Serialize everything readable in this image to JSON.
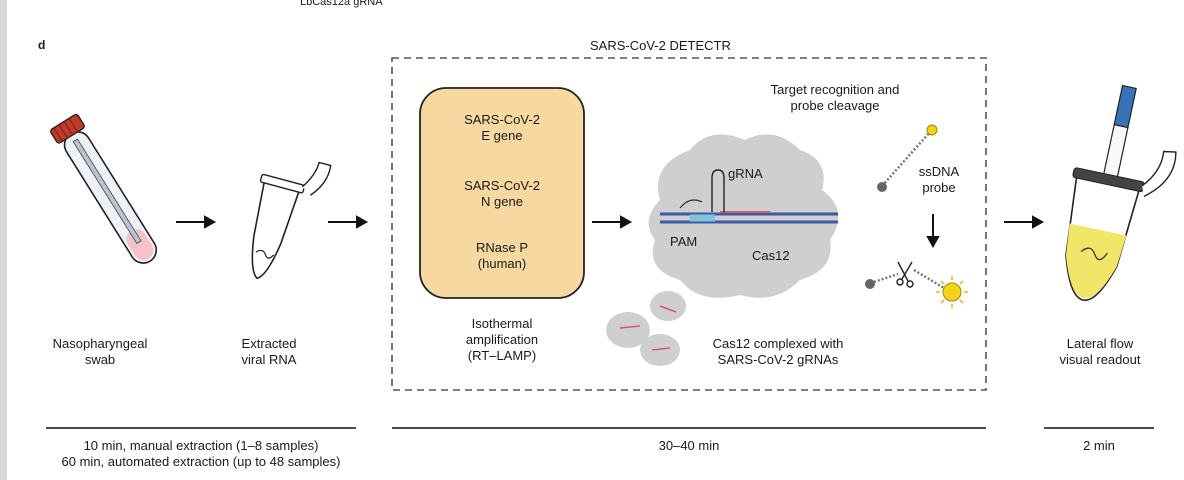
{
  "top_cut_label": "LbCas12a gRNA",
  "panel_letter": "d",
  "box_title": "SARS-CoV-2 DETECTR",
  "steps": {
    "swab": [
      "Nasopharyngeal",
      "swab"
    ],
    "rna": [
      "Extracted",
      "viral RNA"
    ],
    "lamp": [
      "Isothermal",
      "amplification",
      "(RT–LAMP)"
    ],
    "complex": [
      "Cas12 complexed with",
      "SARS-CoV-2 gRNAs"
    ],
    "readout": [
      "Lateral flow",
      "visual readout"
    ]
  },
  "targets": [
    [
      "SARS-CoV-2",
      "E gene"
    ],
    [
      "SARS-CoV-2",
      "N gene"
    ],
    [
      "RNase P",
      "(human)"
    ]
  ],
  "cas_labels": {
    "grna": "gRNA",
    "pam": "PAM",
    "cas": "Cas12"
  },
  "recognition": [
    "Target recognition and",
    "probe cleavage"
  ],
  "probe": [
    "ssDNA",
    "probe"
  ],
  "timelines": {
    "left": [
      "10 min, manual extraction (1–8 samples)",
      "60 min, automated extraction (up to 48 samples)"
    ],
    "middle": "30–40 min",
    "right": "2 min"
  },
  "colors": {
    "amplification_box": "#f7d8a0",
    "cas_blob": "#cfcfcf",
    "dna_blue": "#3d5aa8",
    "swab_cap": "#c0392b",
    "tube_liquid": "#f1e66a",
    "probe_sun": "#f3d21a"
  }
}
